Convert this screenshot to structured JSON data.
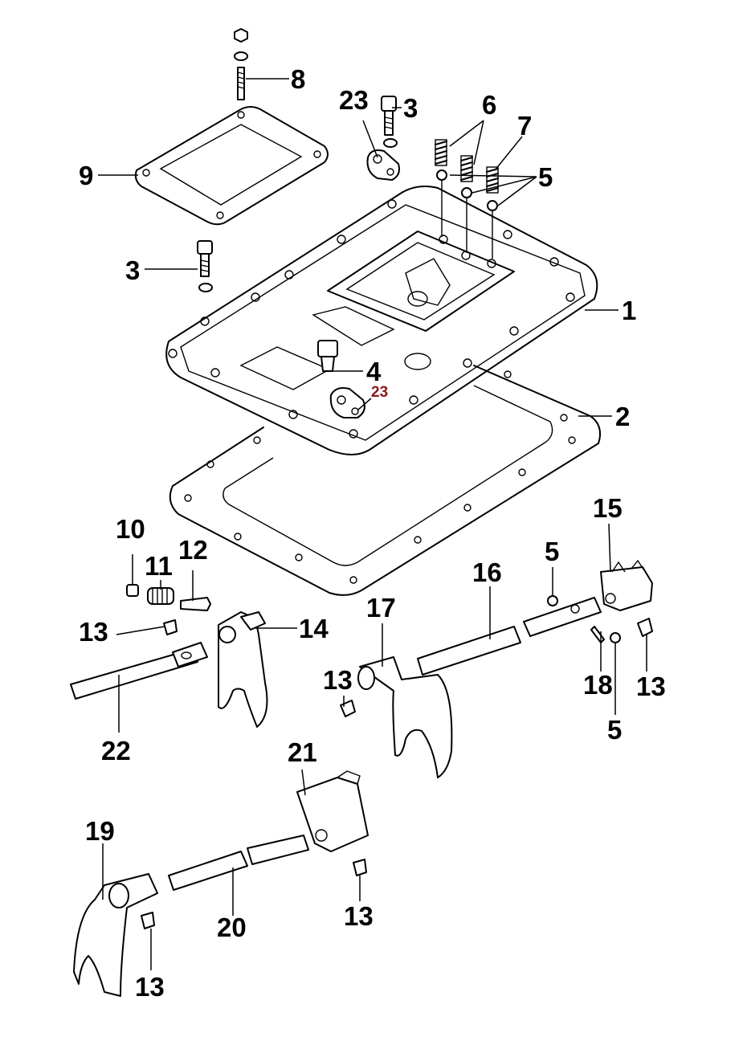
{
  "colors": {
    "line": "#000000",
    "background": "#ffffff",
    "highlight_callout": "#8b1a1a"
  },
  "callouts": {
    "c1": "1",
    "c2": "2",
    "c3a": "3",
    "c3b": "3",
    "c4": "4",
    "c5a": "5",
    "c5b": "5",
    "c5c": "5",
    "c6": "6",
    "c7": "7",
    "c8": "8",
    "c9": "9",
    "c10": "10",
    "c11": "11",
    "c12": "12",
    "c13a": "13",
    "c13b": "13",
    "c13c": "13",
    "c13d": "13",
    "c13e": "13",
    "c14": "14",
    "c15": "15",
    "c16": "16",
    "c17": "17",
    "c18": "18",
    "c19": "19",
    "c20": "20",
    "c21": "21",
    "c22": "22",
    "c23a": "23",
    "c23b": "23"
  }
}
